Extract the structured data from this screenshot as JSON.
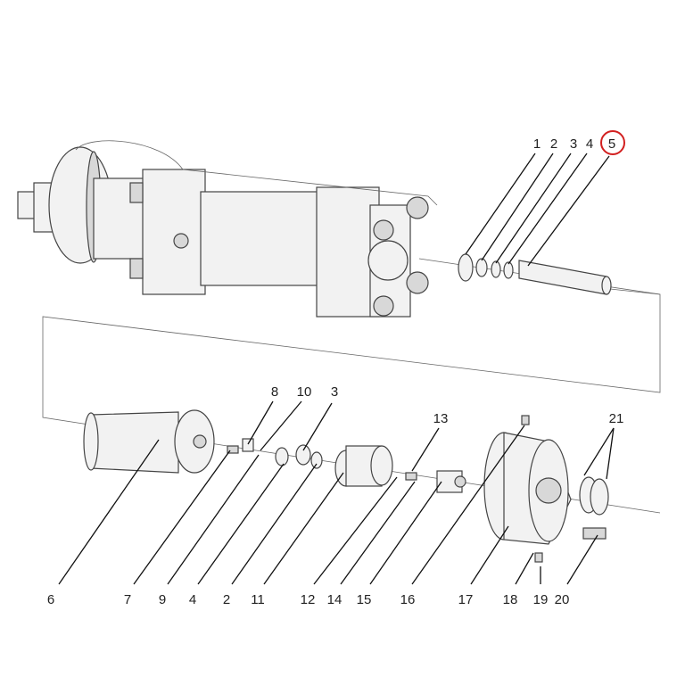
{
  "diagram": {
    "highlight_color": "#d22020",
    "highlighted_label": "5",
    "top_labels": [
      "1",
      "2",
      "3",
      "4",
      "5"
    ],
    "middle_labels": [
      "8",
      "10",
      "3",
      "13",
      "21"
    ],
    "bottom_labels": [
      "6",
      "7",
      "9",
      "4",
      "2",
      "11",
      "12",
      "14",
      "15",
      "16",
      "17",
      "18",
      "19",
      "20"
    ]
  }
}
